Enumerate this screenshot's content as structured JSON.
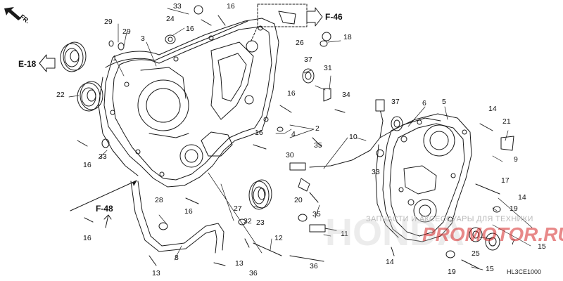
{
  "diagram": {
    "fr_label": "FR.",
    "refs": [
      "F-46",
      "E-18",
      "F-48"
    ],
    "callouts": [
      "1",
      "2",
      "3",
      "4",
      "5",
      "6",
      "7",
      "8",
      "9",
      "10",
      "11",
      "12",
      "13",
      "14",
      "15",
      "16",
      "17",
      "18",
      "19",
      "20",
      "21",
      "22",
      "23",
      "24",
      "25",
      "26",
      "27",
      "28",
      "29",
      "30",
      "31",
      "32",
      "33",
      "34",
      "35",
      "36",
      "37"
    ],
    "diagram_code": "HL3CE1000",
    "watermark_text": "ЗАПЧАСТИ И АКСЕССУАРЫ ДЛЯ ТЕХНИКИ",
    "watermark_brand": "PROMOTOR.RU",
    "watermark_logo": "HONDA",
    "line_color": "#1a1a1a",
    "watermark_color": "#d62828"
  }
}
